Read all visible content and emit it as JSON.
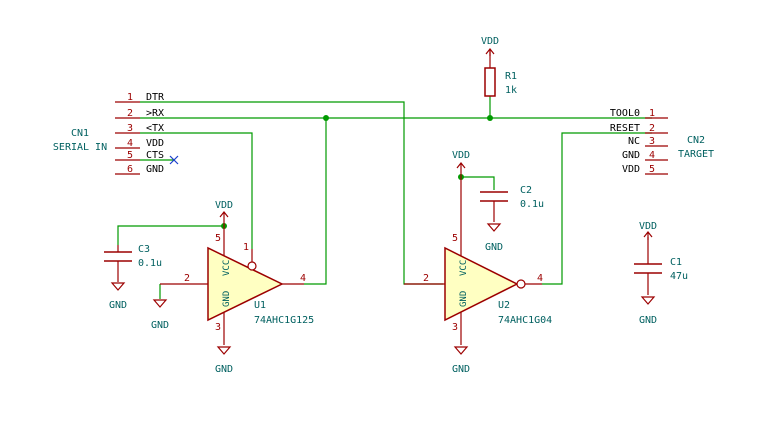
{
  "cn1": {
    "ref": "CN1",
    "value": "SERIAL IN",
    "pins": [
      {
        "num": "1",
        "name": "DTR"
      },
      {
        "num": "2",
        "name": ">RX"
      },
      {
        "num": "3",
        "name": "<TX"
      },
      {
        "num": "4",
        "name": "VDD"
      },
      {
        "num": "5",
        "name": "CTS"
      },
      {
        "num": "6",
        "name": "GND"
      }
    ]
  },
  "cn2": {
    "ref": "CN2",
    "value": "TARGET",
    "pins": [
      {
        "num": "1",
        "name": "TOOL0"
      },
      {
        "num": "2",
        "name": "RESET"
      },
      {
        "num": "3",
        "name": "NC"
      },
      {
        "num": "4",
        "name": "GND"
      },
      {
        "num": "5",
        "name": "VDD"
      }
    ]
  },
  "r1": {
    "ref": "R1",
    "value": "1k"
  },
  "c1": {
    "ref": "C1",
    "value": "47u"
  },
  "c2": {
    "ref": "C2",
    "value": "0.1u"
  },
  "c3": {
    "ref": "C3",
    "value": "0.1u"
  },
  "u1": {
    "ref": "U1",
    "value": "74AHC1G125",
    "pins": {
      "in": "2",
      "oe": "1",
      "out": "4",
      "vcc": "5",
      "gnd": "3"
    },
    "vcc_label": "VCC",
    "gnd_label": "GND"
  },
  "u2": {
    "ref": "U2",
    "value": "74AHC1G04",
    "pins": {
      "in": "2",
      "out": "4",
      "vcc": "5",
      "gnd": "3"
    },
    "vcc_label": "VCC",
    "gnd_label": "GND"
  },
  "power": {
    "vdd": "VDD",
    "gnd": "GND"
  }
}
